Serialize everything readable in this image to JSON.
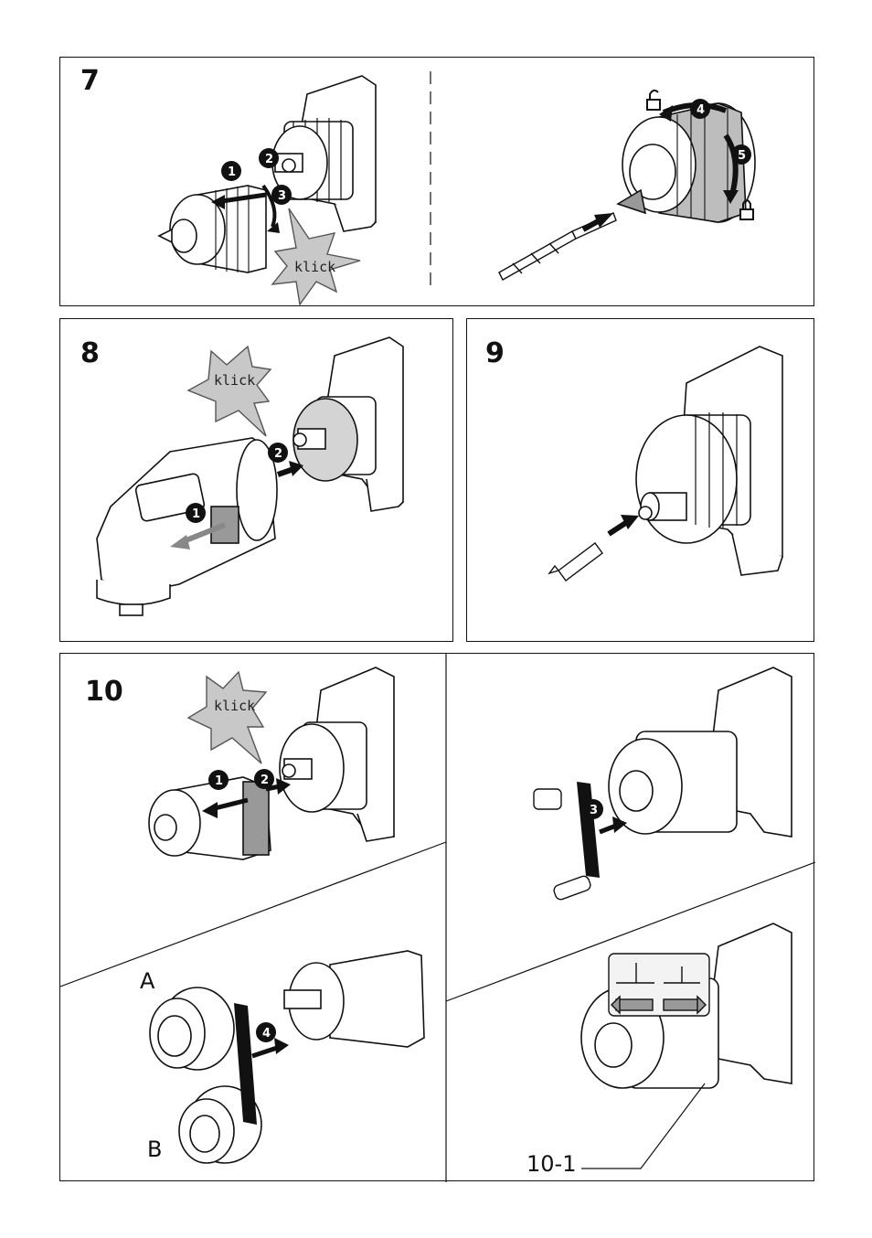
{
  "panels": {
    "p7": {
      "number": "7"
    },
    "p8": {
      "number": "8"
    },
    "p9": {
      "number": "9"
    },
    "p10": {
      "number": "10"
    }
  },
  "callouts": {
    "klick": "klick",
    "variant_a": "A",
    "variant_b": "B",
    "part_ref": "10-1"
  },
  "steps": {
    "s1": "1",
    "s2": "2",
    "s3": "3",
    "s4": "4",
    "s5": "5"
  },
  "icons": [
    "unlock-icon",
    "lock-icon",
    "arrow-icon",
    "drill-icon",
    "chuck-icon",
    "drill-bit-icon",
    "screwdriver-bit-icon",
    "angle-attachment-icon",
    "burst-callout-icon"
  ],
  "colors": {
    "line": "#111111",
    "shade": "#9a9a9a",
    "light": "#d0d0d0"
  }
}
